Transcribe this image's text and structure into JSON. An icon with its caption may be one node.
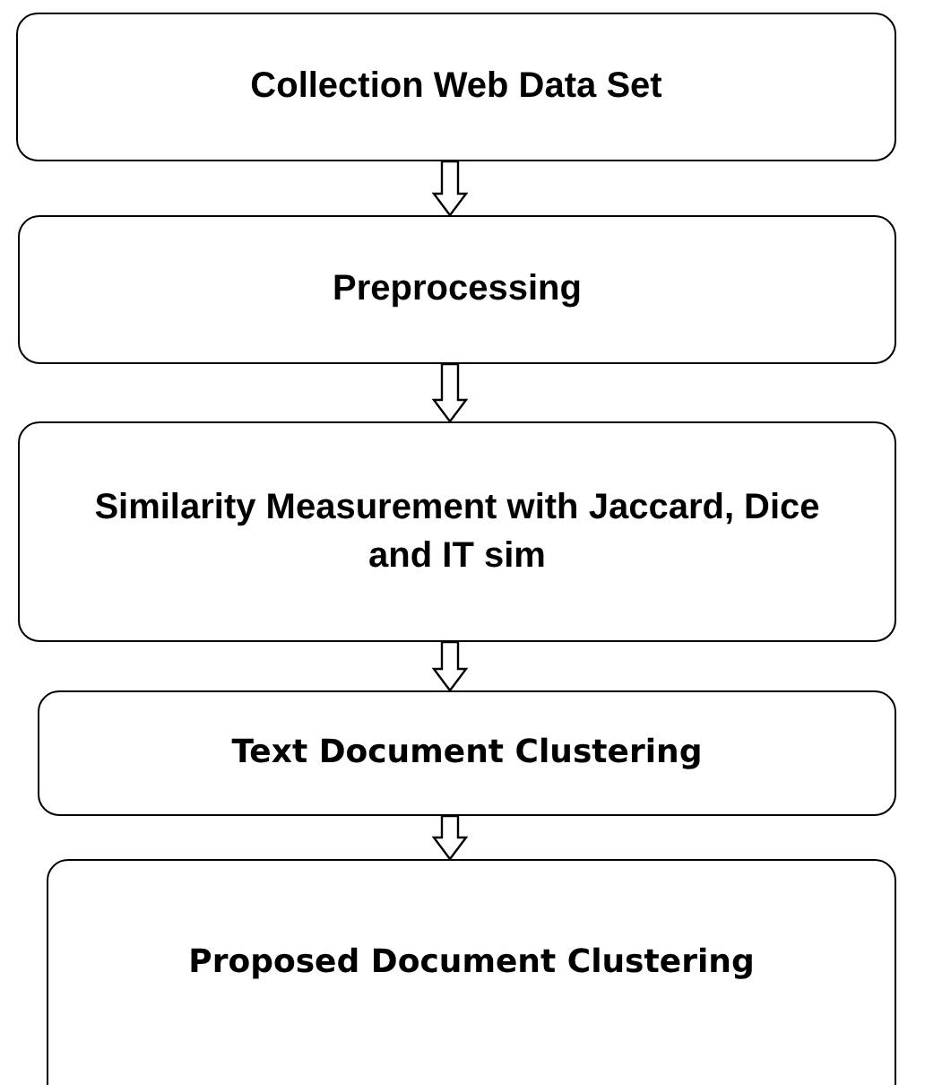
{
  "diagram": {
    "nodes": [
      {
        "text": [
          "Collection Web Data Set"
        ]
      },
      {
        "text": [
          "Preprocessing"
        ]
      },
      {
        "text": [
          "Similarity Measurement with Jaccard, Dice and IT sim"
        ]
      },
      {
        "text": [
          "Text Document Clustering"
        ]
      },
      {
        "text": [
          "Proposed Document Clustering"
        ]
      }
    ],
    "edges": [
      {
        "from": 0,
        "to": 1,
        "arrow": "to"
      },
      {
        "from": 1,
        "to": 2,
        "arrow": "to"
      },
      {
        "from": 2,
        "to": 3,
        "arrow": "to"
      },
      {
        "from": 3,
        "to": 4,
        "arrow": "to"
      }
    ]
  }
}
